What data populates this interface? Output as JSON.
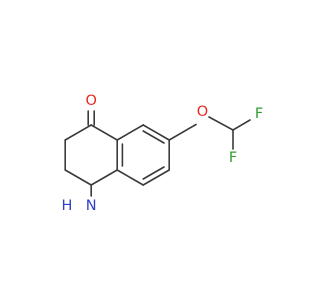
{
  "molecule": {
    "atoms": {
      "oxygen_ketone": "O",
      "oxygen_ether": "O",
      "fluorine_top": "F",
      "fluorine_bottom": "F",
      "amine_n": "N",
      "amine_h": "H"
    },
    "colors": {
      "bond": "#3a3a3a",
      "oxygen": "#e8281d",
      "fluorine": "#2f9e2f",
      "nitrogen": "#2f3fc9"
    }
  }
}
